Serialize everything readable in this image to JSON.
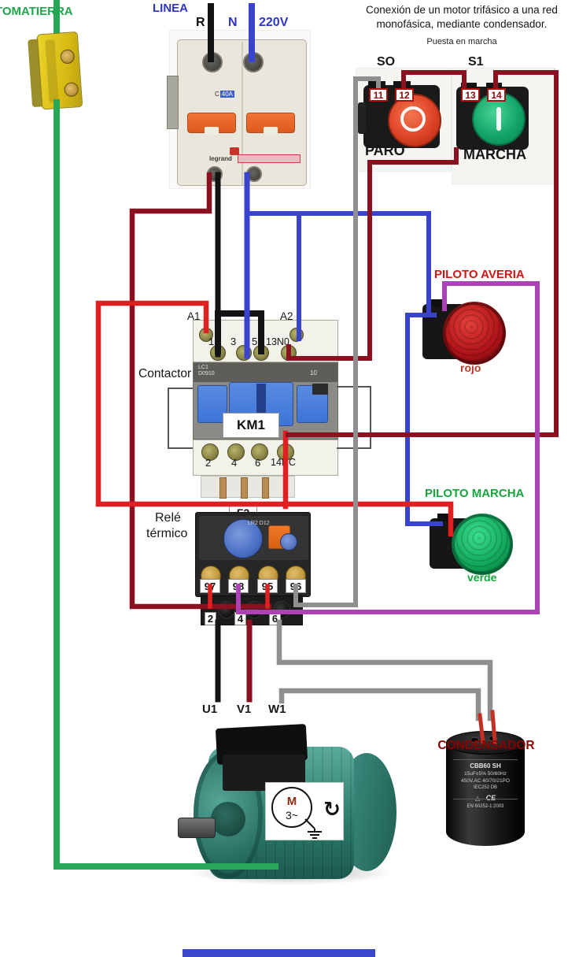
{
  "supply": {
    "tomatierra": "TOMATIERRA",
    "linea": "LINEA",
    "r": "R",
    "n": "N",
    "voltage": "220V"
  },
  "title": {
    "line1": "Conexión de un motor trifásico a una red",
    "line2": "monofásica, mediante condensador.",
    "subtitle": "Puesta en marcha"
  },
  "push_buttons": {
    "so": "SO",
    "s1": "S1",
    "paro": {
      "label": "PARO",
      "terminals": [
        "11",
        "12"
      ]
    },
    "marcha": {
      "label": "MARCHA",
      "terminals": [
        "13",
        "14"
      ]
    }
  },
  "breaker": {
    "rating_c": "C",
    "rating_a": "40A",
    "brand": "legrand"
  },
  "contactor": {
    "label": "Contactor",
    "a1": "A1",
    "a2": "A2",
    "top_terminals": [
      "1",
      "3",
      "5",
      "13N0"
    ],
    "name": "KM1",
    "bottom_terminals": [
      "2",
      "4",
      "6",
      "14NC"
    ],
    "model_line1": "LC1",
    "model_line2": "D0910",
    "aux_code": "10"
  },
  "thermal_relay": {
    "label_line1": "Relé",
    "label_line2": "térmico",
    "tag": "F2",
    "model": "LR2 D12",
    "aux_terminals": [
      "97",
      "98",
      "95",
      "96"
    ],
    "out_terminals": [
      "2",
      "4",
      "6"
    ]
  },
  "pilot_lights": {
    "averia": {
      "title": "PILOTO AVERIA",
      "color": "rojo"
    },
    "marcha": {
      "title": "PILOTO MARCHA",
      "color": "verde"
    }
  },
  "motor": {
    "terminals": [
      "U1",
      "V1",
      "W1"
    ],
    "m": "M",
    "phase": "3~"
  },
  "capacitor": {
    "title": "CONDENSADOR",
    "model": "CBB60 SH",
    "spec1": "15uF±5% 50/60Hz",
    "spec2": "450V.AC 40/70/21PO",
    "spec3": "IEC252 DB",
    "ce": "CE",
    "standard": "EN 60252-1:2003"
  },
  "colors": {
    "phase_wire": "#141414",
    "neutral_wire": "#3A43CE",
    "control_dark_red": "#8C1120",
    "control_red": "#E02020",
    "gray_wire": "#8F8F8F",
    "purple_wire": "#AC42B4",
    "earth_green": "#27A757",
    "lead_red": "#C23022"
  }
}
